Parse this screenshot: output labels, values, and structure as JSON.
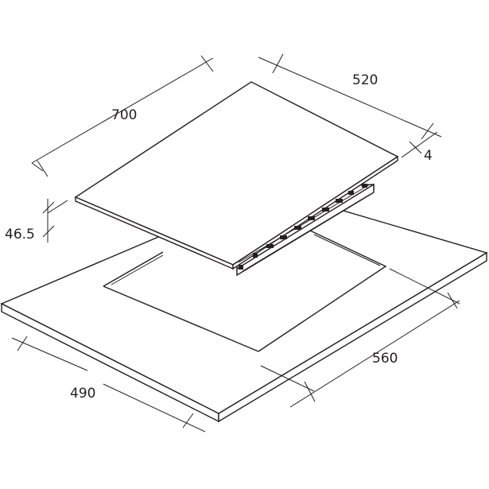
{
  "dimensions": {
    "hob_depth": "700",
    "hob_width": "520",
    "glass_thickness": "4",
    "hob_height": "46.5",
    "cutout_depth": "490",
    "cutout_width": "560"
  },
  "colors": {
    "line": "#231f20",
    "background": "#ffffff"
  }
}
